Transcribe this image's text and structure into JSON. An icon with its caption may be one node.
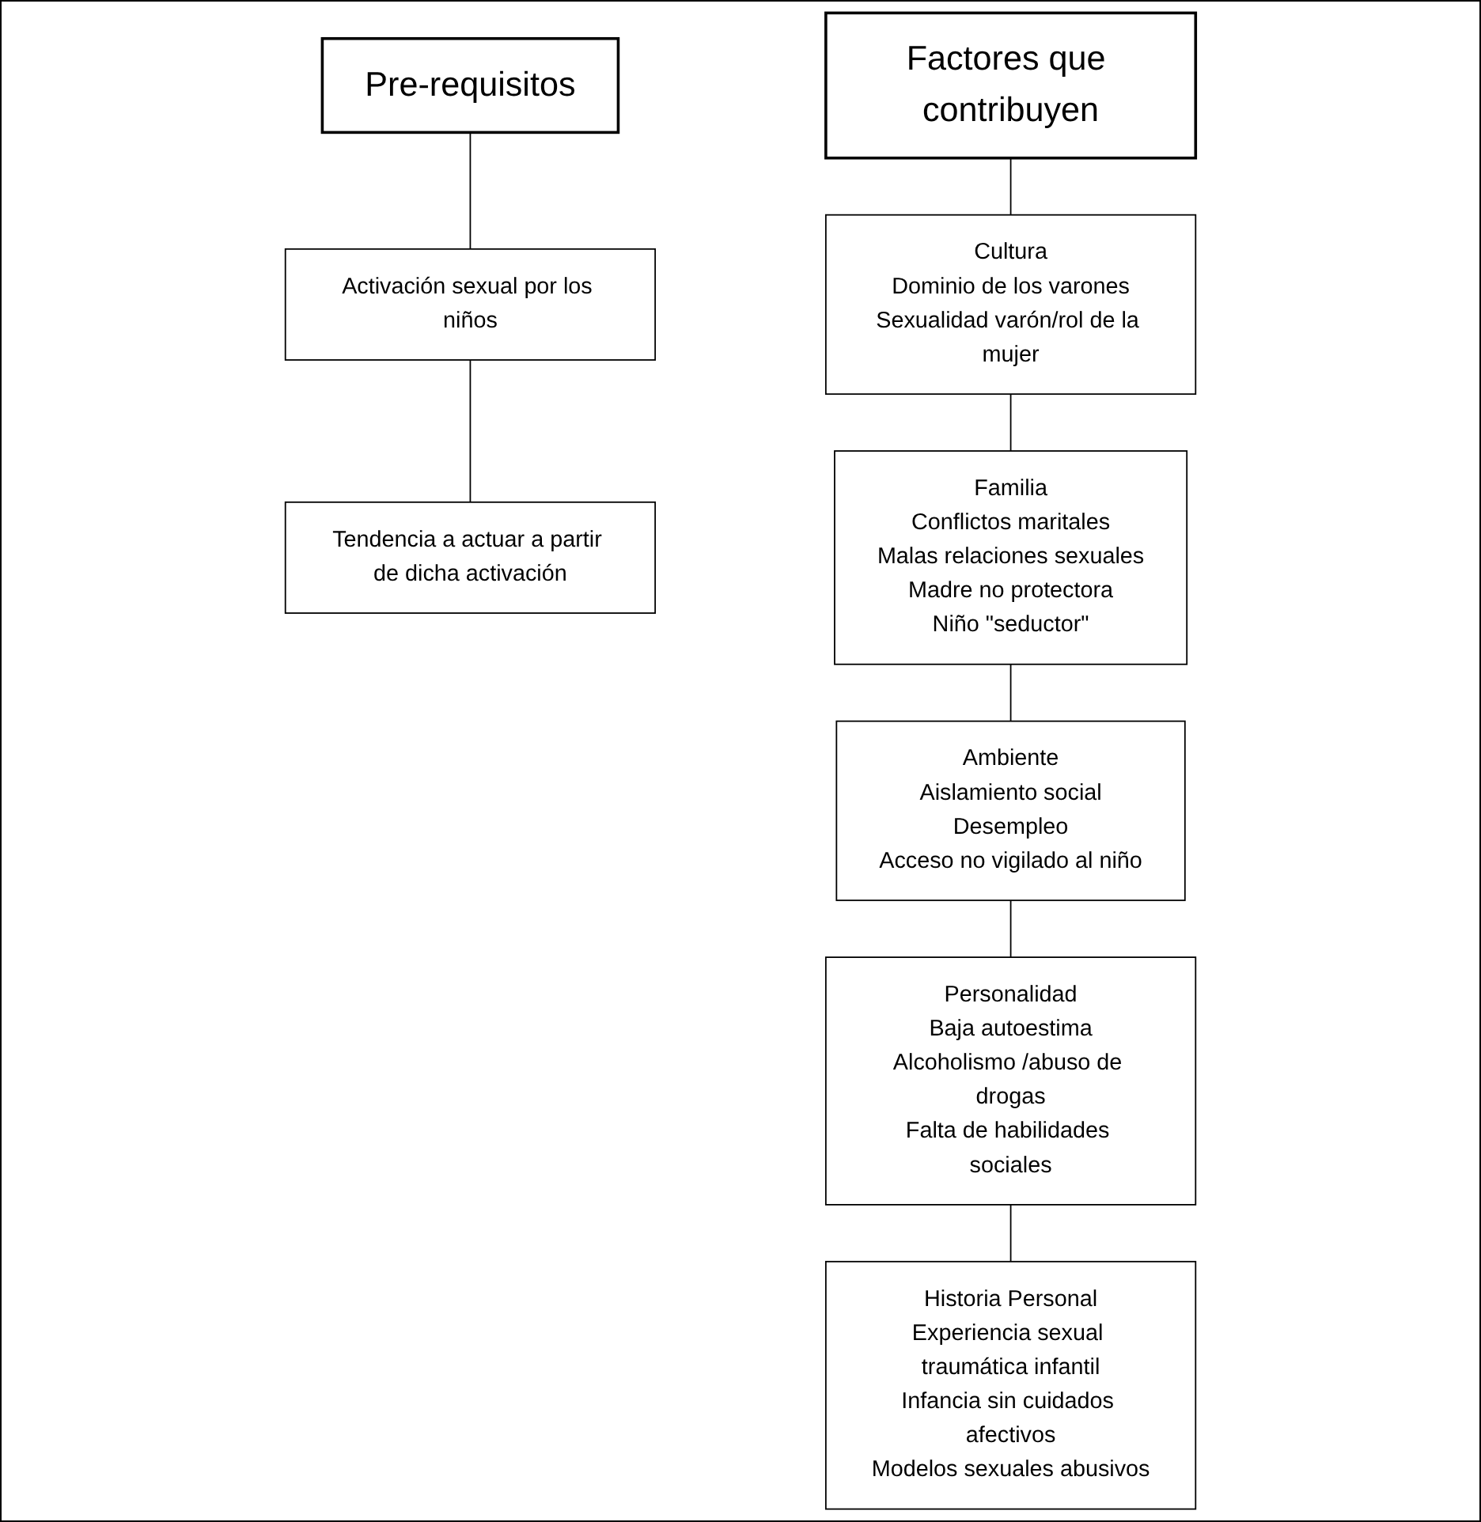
{
  "diagram": {
    "nodes": [
      {
        "text": [
          "Pre-requisitos"
        ]
      },
      {
        "text": [
          "Activación sexual por los niños"
        ]
      },
      {
        "text": [
          "Tendencia a actuar a partir de dicha activación"
        ]
      },
      {
        "text": [
          "Factores que contribuyen"
        ]
      },
      {
        "text": [
          "Cultura",
          "Dominio de los varones",
          "Sexualidad varón/rol de la mujer"
        ]
      },
      {
        "text": [
          "Familia",
          "Conflictos maritales",
          "Malas relaciones sexuales",
          "Madre no protectora",
          "Niño \"seductor\""
        ]
      },
      {
        "text": [
          "Ambiente",
          "Aislamiento social",
          "Desempleo",
          "Acceso no vigilado al niño"
        ]
      },
      {
        "text": [
          "Personalidad",
          "Baja autoestima",
          "Alcoholismo /abuso de drogas",
          "Falta de habilidades sociales"
        ]
      },
      {
        "text": [
          "Historia Personal",
          "Experiencia sexual traumática infantil",
          "Infancia sin cuidados afectivos",
          "Modelos sexuales abusivos"
        ]
      }
    ],
    "edges": [
      {
        "from": 0,
        "to": 1,
        "arrow": "none"
      },
      {
        "from": 1,
        "to": 2,
        "arrow": "none"
      },
      {
        "from": 3,
        "to": 4,
        "arrow": "none"
      },
      {
        "from": 4,
        "to": 5,
        "arrow": "none"
      },
      {
        "from": 5,
        "to": 6,
        "arrow": "none"
      },
      {
        "from": 6,
        "to": 7,
        "arrow": "none"
      },
      {
        "from": 7,
        "to": 8,
        "arrow": "none"
      }
    ]
  }
}
